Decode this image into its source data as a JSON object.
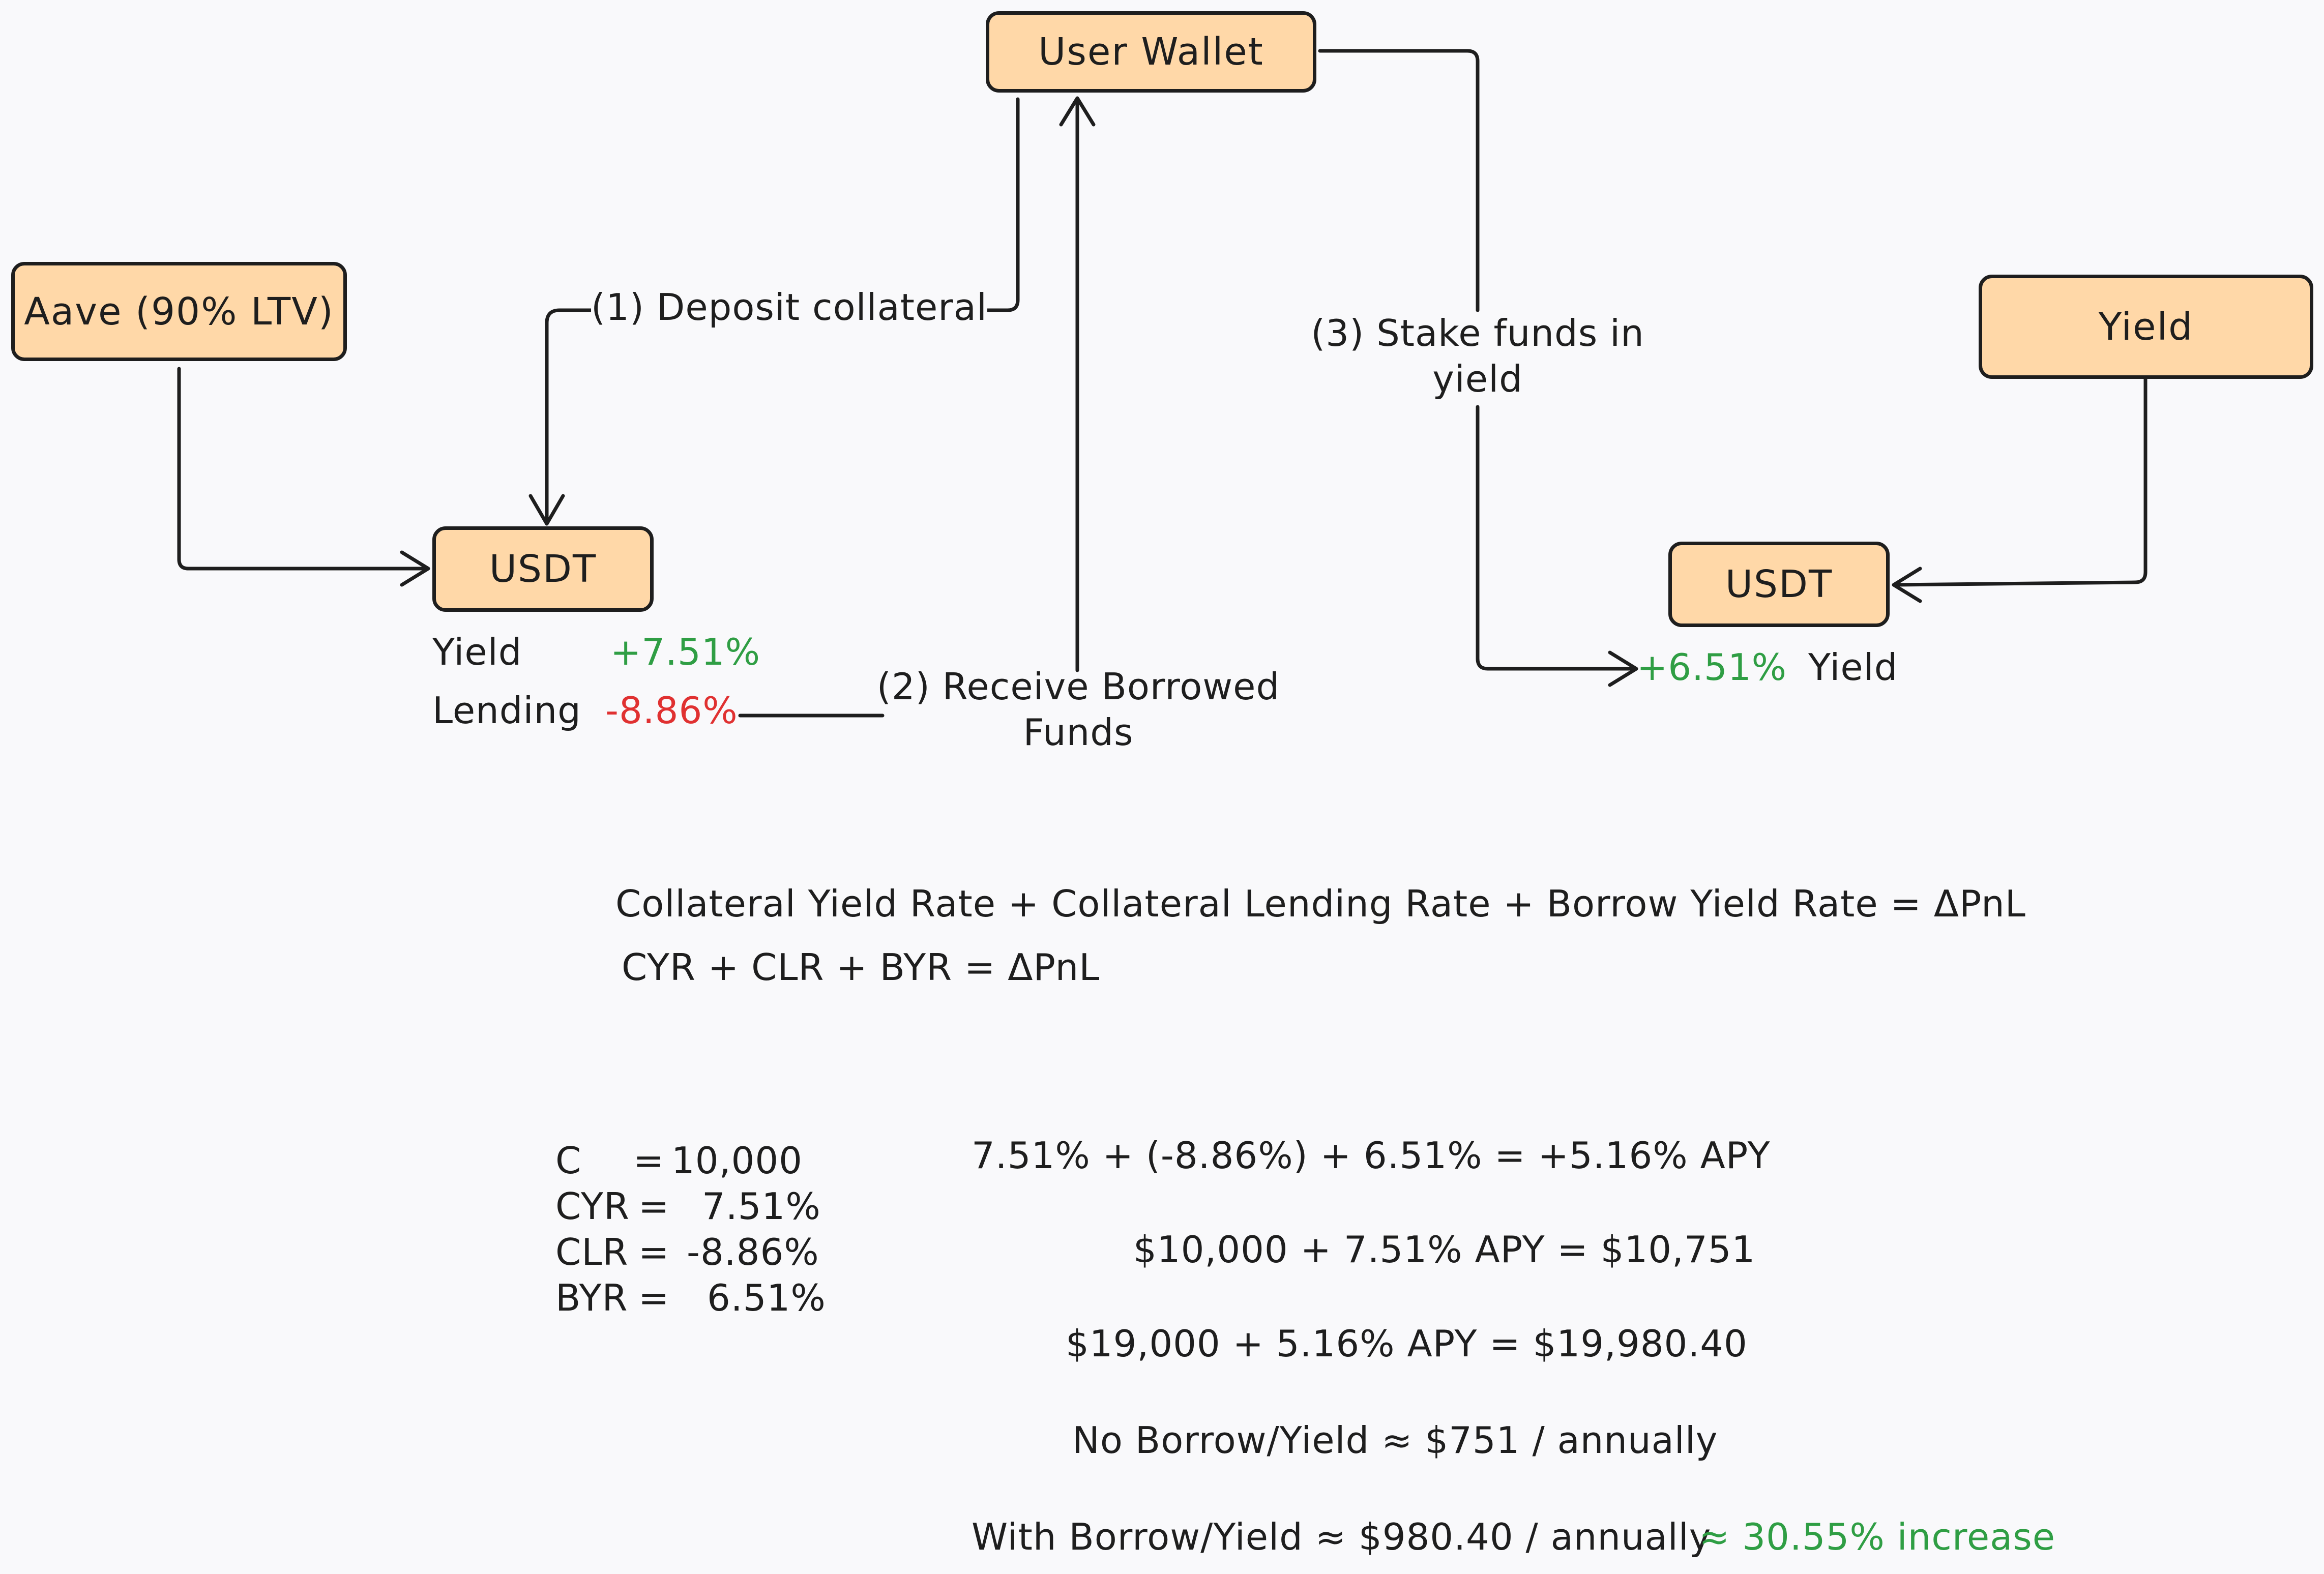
{
  "colors": {
    "stroke": "#1e1e1e",
    "node_fill": "#ffd8a8",
    "positive": "#2f9e44",
    "negative": "#e03131",
    "background": "#f9f9fb"
  },
  "nodes": {
    "user_wallet": "User Wallet",
    "aave": "Aave (90% LTV)",
    "usdt_left": "USDT",
    "yield_right": "Yield",
    "usdt_right": "USDT"
  },
  "edges": {
    "deposit": "(1) Deposit collateral",
    "receive_line1": "(2) Receive Borrowed",
    "receive_line2": "Funds",
    "stake_line1": "(3) Stake funds in",
    "stake_line2": "yield"
  },
  "left_rates": {
    "yield_label": "Yield",
    "yield_value": "+7.51%",
    "lending_label": "Lending",
    "lending_value": "-8.86%"
  },
  "right_rates": {
    "yield_value": "+6.51%",
    "yield_label": "Yield"
  },
  "formula": {
    "line1": "Collateral Yield Rate + Collateral Lending Rate + Borrow Yield Rate = ΔPnL",
    "line2": "CYR + CLR + BYR = ΔPnL"
  },
  "variables": [
    {
      "name": "C",
      "value": "10,000"
    },
    {
      "name": "CYR",
      "value": "7.51%"
    },
    {
      "name": "CLR",
      "value": "-8.86%"
    },
    {
      "name": "BYR",
      "value": "6.51%"
    }
  ],
  "calculations": {
    "apy": "7.51% + (-8.86%) + 6.51% = +5.16% APY",
    "no_borrow": "$10,000 + 7.51% APY = $10,751",
    "with_borrow": "$19,000 + 5.16% APY = $19,980.40",
    "no_borrow_annual": "No Borrow/Yield ≈ $751 / annually",
    "with_borrow_annual": "With Borrow/Yield ≈ $980.40 / annually",
    "increase": "≈ 30.55% increase"
  }
}
